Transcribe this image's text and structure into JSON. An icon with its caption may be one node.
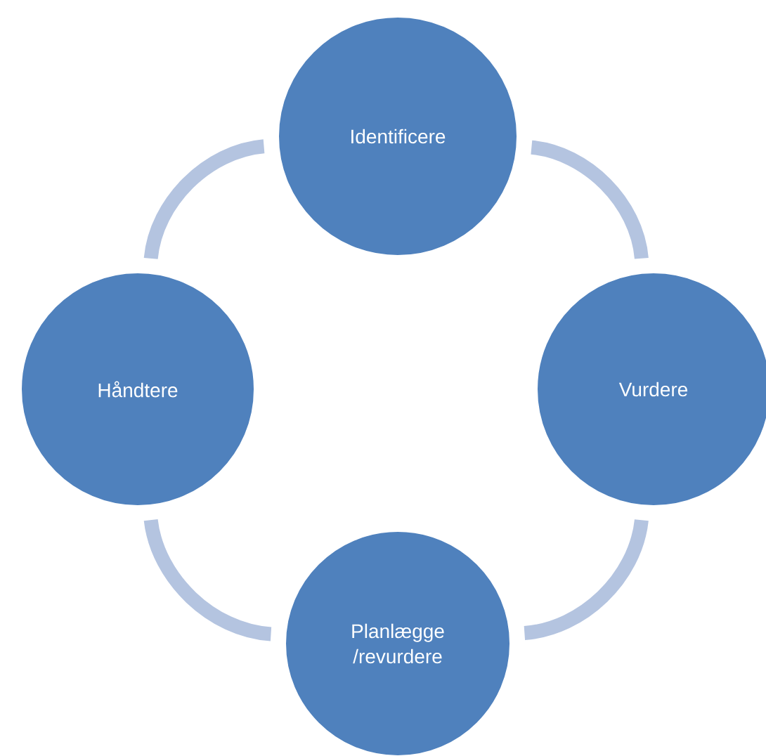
{
  "diagram": {
    "nodes": [
      {
        "text": [
          "Identificere"
        ]
      },
      {
        "text": [
          "Håndtere"
        ]
      },
      {
        "text": [
          "Vurdere"
        ]
      },
      {
        "text": [
          "Planlægge /revurdere"
        ]
      }
    ],
    "edges": [
      {
        "from": 0,
        "to": 2,
        "arrow": "none"
      },
      {
        "from": 2,
        "to": 3,
        "arrow": "none"
      },
      {
        "from": 3,
        "to": 1,
        "arrow": "none"
      },
      {
        "from": 1,
        "to": 0,
        "arrow": "none"
      }
    ]
  }
}
